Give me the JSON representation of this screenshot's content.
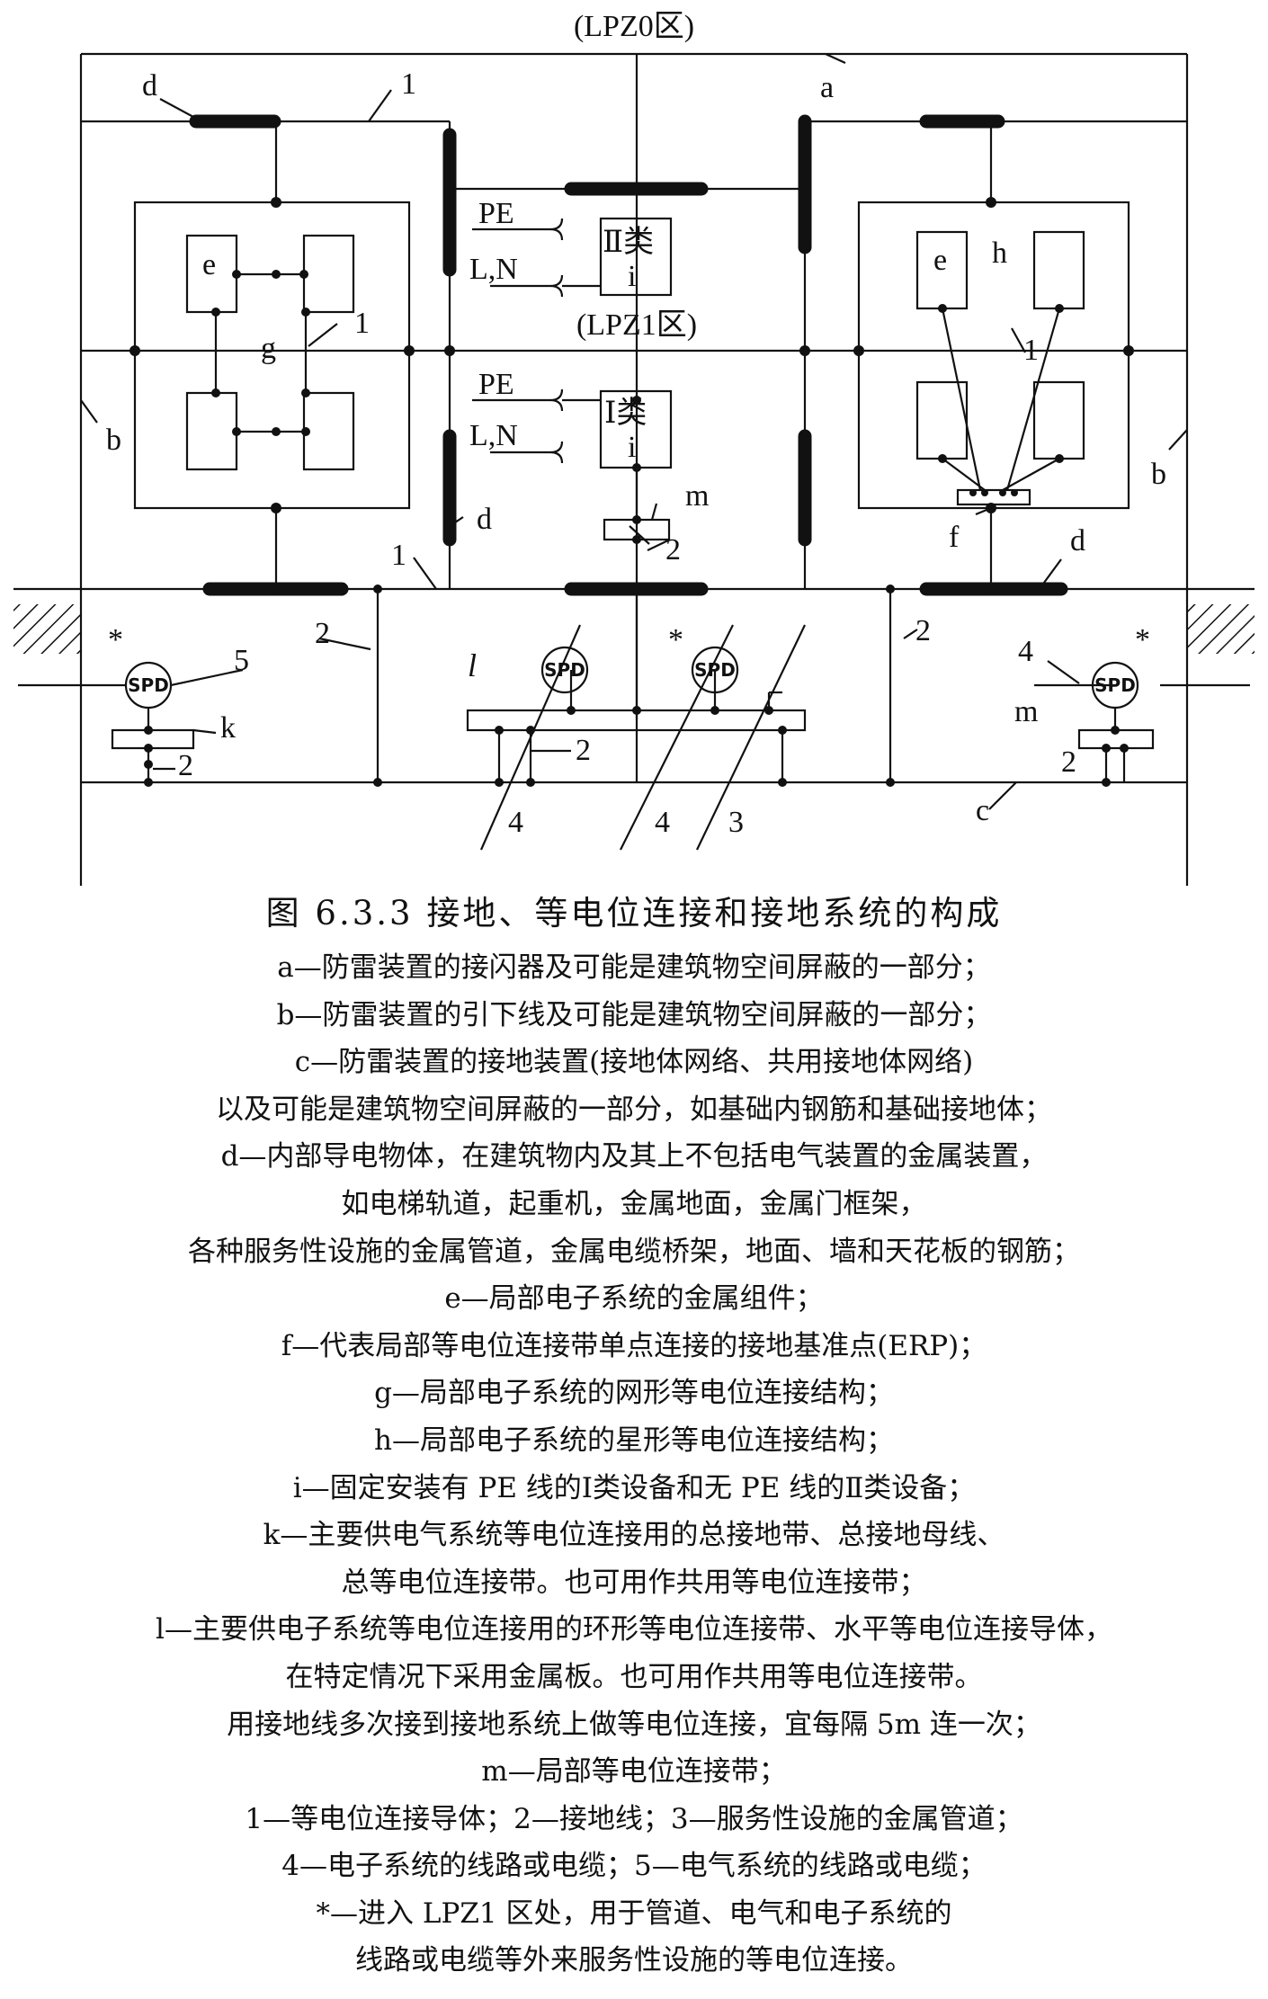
{
  "diagram": {
    "zone_lpz0": "(LPZ0区)",
    "zone_lpz1": "(LPZ1区)",
    "label_a": "a",
    "label_b": "b",
    "label_c": "c",
    "label_d": "d",
    "label_e": "e",
    "label_f": "f",
    "label_g": "g",
    "label_h": "h",
    "label_i": "i",
    "label_k": "k",
    "label_l_italic": "l",
    "label_m": "m",
    "label_1": "1",
    "label_2": "2",
    "label_3": "3",
    "label_4": "4",
    "label_5": "5",
    "label_star": "*",
    "pe": "PE",
    "ln": "L,N",
    "class2": "Ⅱ类",
    "class1": "Ⅰ类",
    "spd": "SPD"
  },
  "caption": "图 6.3.3   接地、等电位连接和接地系统的构成",
  "legend": [
    "a—防雷装置的接闪器及可能是建筑物空间屏蔽的一部分；",
    "b—防雷装置的引下线及可能是建筑物空间屏蔽的一部分；",
    "c—防雷装置的接地装置(接地体网络、共用接地体网络)",
    "以及可能是建筑物空间屏蔽的一部分，如基础内钢筋和基础接地体；",
    "d—内部导电物体，在建筑物内及其上不包括电气装置的金属装置，",
    "如电梯轨道，起重机，金属地面，金属门框架，",
    "各种服务性设施的金属管道，金属电缆桥架，地面、墙和天花板的钢筋；",
    "e—局部电子系统的金属组件；",
    "f—代表局部等电位连接带单点连接的接地基准点(ERP)；",
    "g—局部电子系统的网形等电位连接结构；",
    "h—局部电子系统的星形等电位连接结构；",
    "i—固定安装有 PE 线的Ⅰ类设备和无 PE 线的Ⅱ类设备；",
    "k—主要供电气系统等电位连接用的总接地带、总接地母线、",
    "总等电位连接带。也可用作共用等电位连接带；",
    "l—主要供电子系统等电位连接用的环形等电位连接带、水平等电位连接导体，",
    "在特定情况下采用金属板。也可用作共用等电位连接带。",
    "用接地线多次接到接地系统上做等电位连接，宜每隔 5m 连一次；",
    "m—局部等电位连接带；",
    "1—等电位连接导体；2—接地线；3—服务性设施的金属管道；",
    "4—电子系统的线路或电缆；5—电气系统的线路或电缆；",
    "*—进入 LPZ1 区处，用于管道、电气和电子系统的",
    "线路或电缆等外来服务性设施的等电位连接。"
  ]
}
